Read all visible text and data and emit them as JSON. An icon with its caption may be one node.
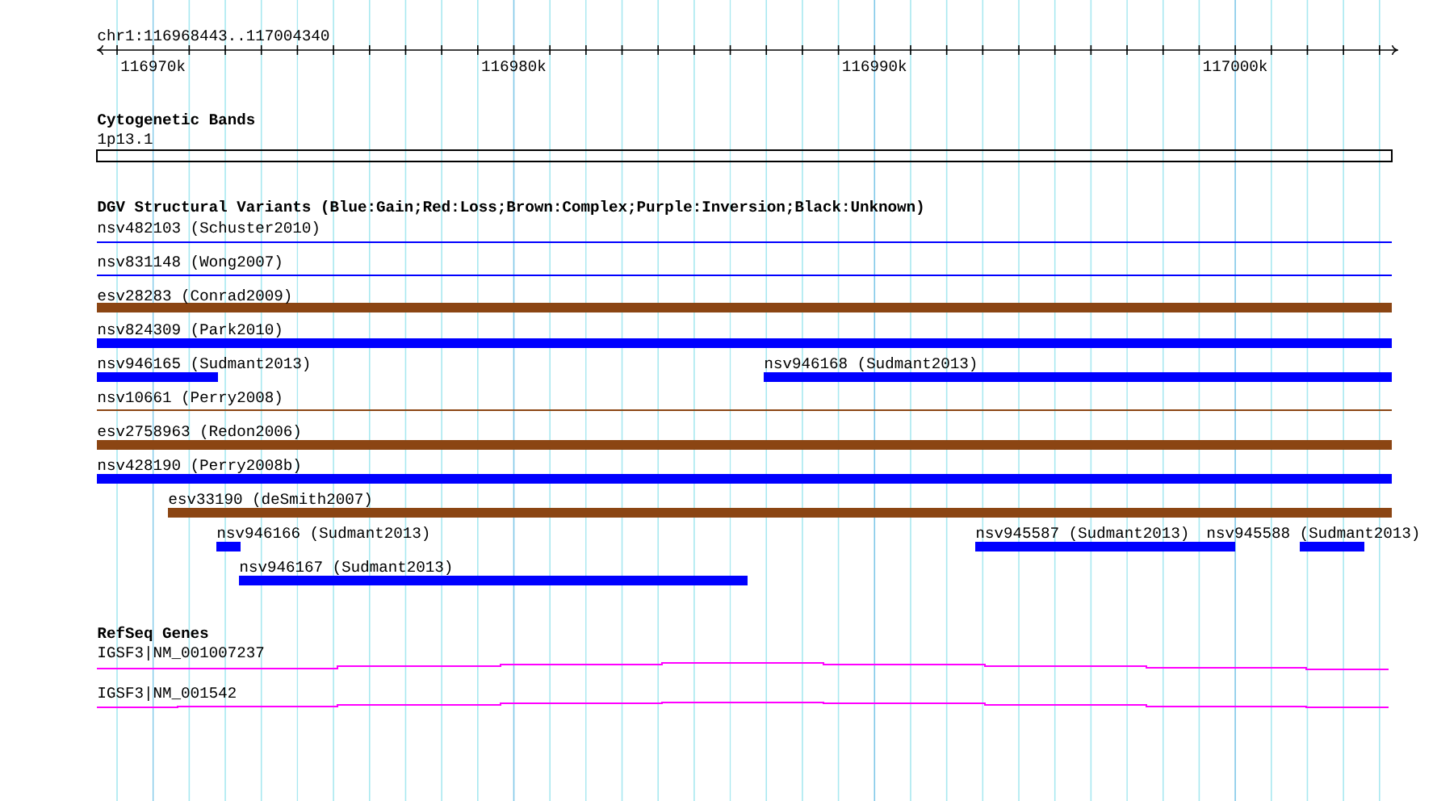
{
  "diagram": {
    "nodes": [
      {
        "text": [
          "1p13.1"
        ]
      },
      {
        "text": [
          "nsv482103 (Schuster2010)"
        ]
      },
      {
        "text": [
          "nsv831148 (Wong2007)"
        ]
      },
      {
        "text": [
          "esv28283 (Conrad2009)"
        ]
      },
      {
        "text": [
          "nsv824309 (Park2010)"
        ]
      },
      {
        "text": [
          "nsv946165 (Sudmant2013)"
        ]
      },
      {
        "text": [
          "nsv946168 (Sudmant2013)"
        ]
      },
      {
        "text": [
          "nsv10661 (Perry2008)"
        ]
      },
      {
        "text": [
          "esv2758963 (Redon2006)"
        ]
      },
      {
        "text": [
          "nsv428190 (Perry2008b)"
        ]
      },
      {
        "text": [
          "esv33190 (deSmith2007)"
        ]
      },
      {
        "text": [
          "nsv946166 (Sudmant2013)"
        ]
      },
      {
        "text": [
          "nsv945587 (Sudmant2013)"
        ]
      },
      {
        "text": [
          "nsv945588 (Sudmant2013)"
        ]
      },
      {
        "text": [
          "nsv946167 (Sudmant2013)"
        ]
      },
      {
        "text": [
          "IGSF3|NM_001007237"
        ]
      },
      {
        "text": [
          "IGSF3|NM_001542"
        ]
      }
    ],
    "edges": [],
    "labels": [
      "chr1:116968443..117004340",
      "116970k",
      "116980k",
      "116990k",
      "117000k",
      "Cytogenetic Bands",
      "DGV Structural Variants (Blue:Gain;Red:Loss;Brown:Complex;Purple:Inversion;Black:Unknown)",
      "RefSeq Genes"
    ]
  }
}
